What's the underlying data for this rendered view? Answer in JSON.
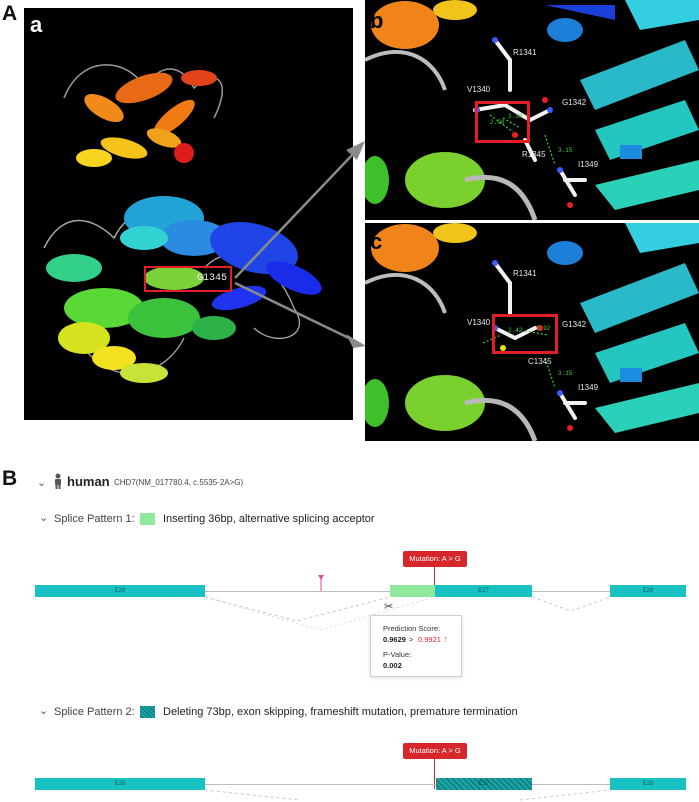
{
  "panel_A": {
    "label": "A",
    "sub_a": {
      "letter": "a",
      "residue_tag": "G1345"
    },
    "sub_b": {
      "letter": "b",
      "residues": [
        "R1341",
        "V1340",
        "G1342",
        "R1345",
        "I1349"
      ],
      "distances": [
        "2.98",
        "3.30",
        "3.15"
      ]
    },
    "sub_c": {
      "letter": "c",
      "residues": [
        "R1341",
        "V1340",
        "G1342",
        "C1345",
        "I1349"
      ],
      "distances": [
        "2.42",
        "2.92",
        "3.15"
      ]
    },
    "colors": {
      "highlight_box": "#e21f26",
      "arrow": "#8a8a8a",
      "background": "#000000"
    }
  },
  "panel_B": {
    "label": "B",
    "species": "human",
    "variant": "CHD7(NM_017780.4, c.5535-2A>G)",
    "pattern1": {
      "label": "Splice Pattern 1:",
      "description": "Inserting 36bp, alternative splicing acceptor",
      "mutation_badge": "Mutation: A > G",
      "exons": [
        "E26",
        "E27",
        "E28"
      ],
      "tooltip": {
        "score_label": "Prediction Score:",
        "score_from": "0.9629",
        "arrow": ">",
        "score_to": "0.9921",
        "pvalue_label": "P-Value:",
        "pvalue": "0.002"
      }
    },
    "pattern2": {
      "label": "Splice Pattern 2:",
      "description": "Deleting 73bp, exon skipping, frameshift mutation, premature termination",
      "mutation_badge": "Mutation: A > G",
      "exons": [
        "E26",
        "E27",
        "E28"
      ]
    },
    "colors": {
      "exon": "#19c2c2",
      "insertion": "#8fe89b",
      "mutation": "#d7262c",
      "score_up": "#d7262c"
    }
  }
}
